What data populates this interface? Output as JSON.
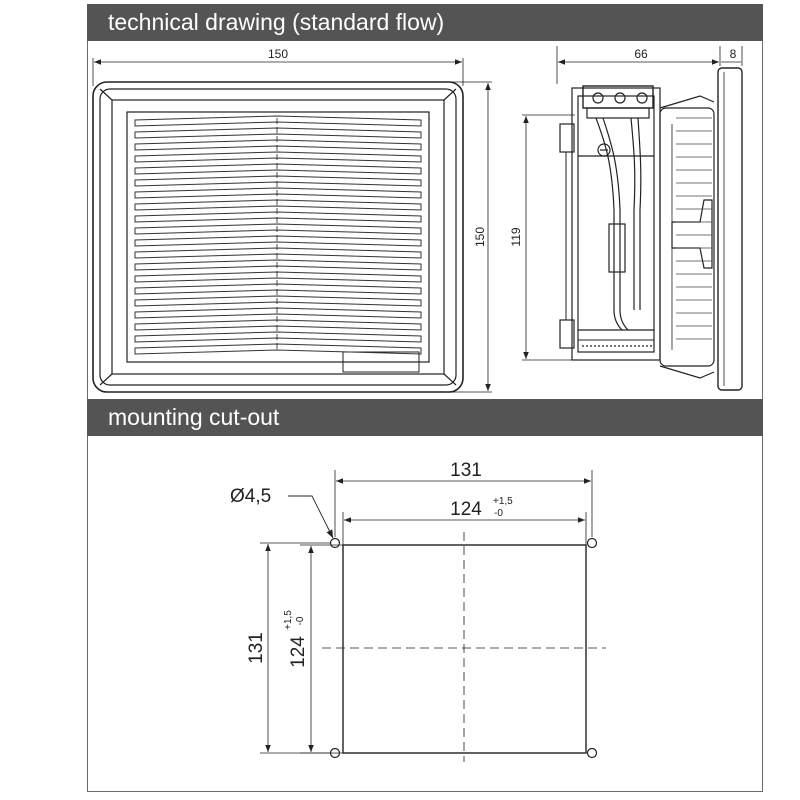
{
  "sections": {
    "technical_drawing_title": "technical drawing (standard flow)",
    "mounting_title": "mounting cut-out"
  },
  "front_view": {
    "width_dim": "150",
    "height_dim": "150"
  },
  "side_view": {
    "depth_dim": "66",
    "flange_dim": "8",
    "height_dim": "119"
  },
  "cutout": {
    "hole_dim": "Ø4,5",
    "outer_width": "131",
    "inner_width": "124",
    "inner_width_tol_plus": "+1,5",
    "inner_width_tol_minus": "-0",
    "outer_height": "131",
    "inner_height": "124",
    "inner_height_tol_plus": "+1,5",
    "inner_height_tol_minus": "-0"
  },
  "colors": {
    "header_bg": "#545454",
    "header_text": "#ffffff",
    "line": "#222222"
  }
}
